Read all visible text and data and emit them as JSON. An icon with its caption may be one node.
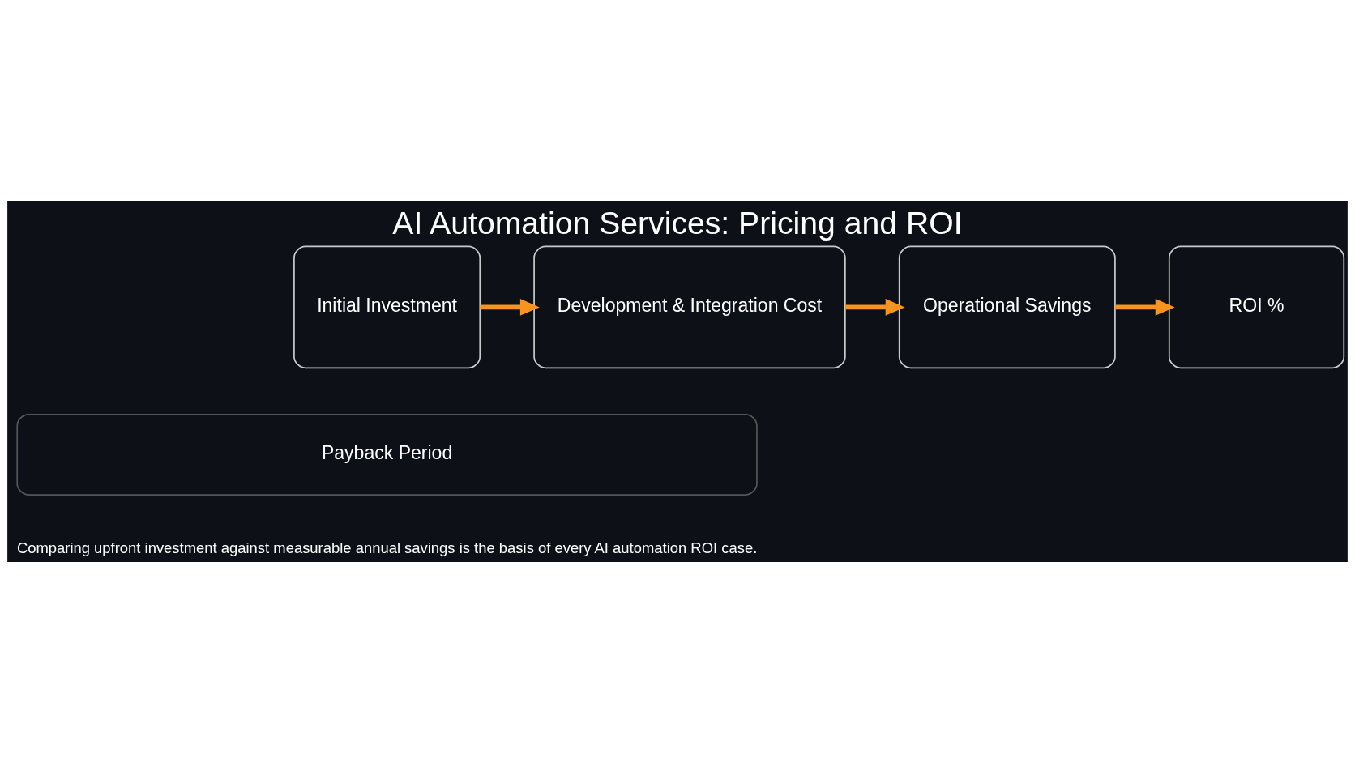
{
  "diagram": {
    "title": "AI Automation Services: Pricing and ROI",
    "caption": "Comparing upfront investment against measurable annual savings is the basis of every AI automation ROI case.",
    "nodes": [
      {
        "text": [
          "Initial Investment"
        ]
      },
      {
        "text": [
          "Development & Integration Cost"
        ]
      },
      {
        "text": [
          "Operational Savings"
        ]
      },
      {
        "text": [
          "ROI %"
        ]
      },
      {
        "text": [
          "Payback Period"
        ]
      }
    ],
    "edges": [
      {
        "from": 0,
        "to": 1,
        "arrow": "to",
        "color": "#f7931e"
      },
      {
        "from": 1,
        "to": 2,
        "arrow": "to",
        "color": "#f7931e"
      },
      {
        "from": 2,
        "to": 3,
        "arrow": "to",
        "color": "#f7931e"
      }
    ]
  }
}
